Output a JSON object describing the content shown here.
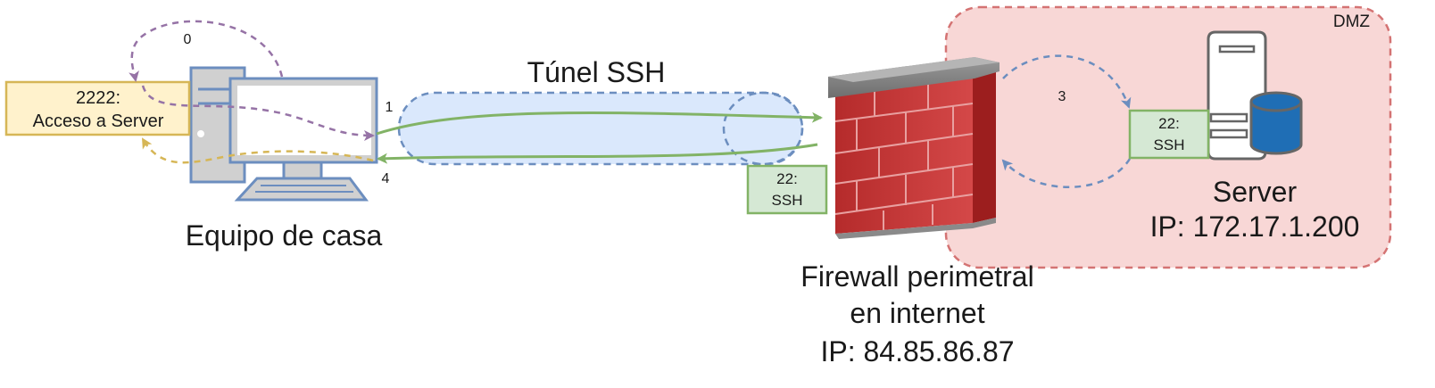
{
  "dmz": {
    "label": "DMZ"
  },
  "tunnel": {
    "label": "Túnel SSH"
  },
  "home": {
    "port_box": {
      "line1": "2222:",
      "line2": "Acceso a Server"
    },
    "label": "Equipo de casa"
  },
  "firewall": {
    "port_box": {
      "line1": "22:",
      "line2": "SSH"
    },
    "label_line1": "Firewall perimetral",
    "label_line2": "en internet",
    "ip": "IP: 84.85.86.87"
  },
  "server": {
    "port_box": {
      "line1": "22:",
      "line2": "SSH"
    },
    "label": "Server",
    "ip": "IP: 172.17.1.200"
  },
  "steps": {
    "s0": "0",
    "s1": "1",
    "s3": "3",
    "s4": "4"
  },
  "colors": {
    "dmz_fill": "#f8d7d6",
    "dmz_stroke": "#d47373",
    "tunnel_fill": "#dae8fc",
    "tunnel_stroke": "#6c8ebf",
    "yellow_fill": "#fff2cc",
    "yellow_stroke": "#d6b656",
    "green_fill": "#d5e8d4",
    "green_stroke": "#82b366",
    "purple": "#9673a6",
    "blue_arrow": "#6c8ebf",
    "brick": "#c93a3a",
    "db_blue": "#1f6eb5"
  }
}
